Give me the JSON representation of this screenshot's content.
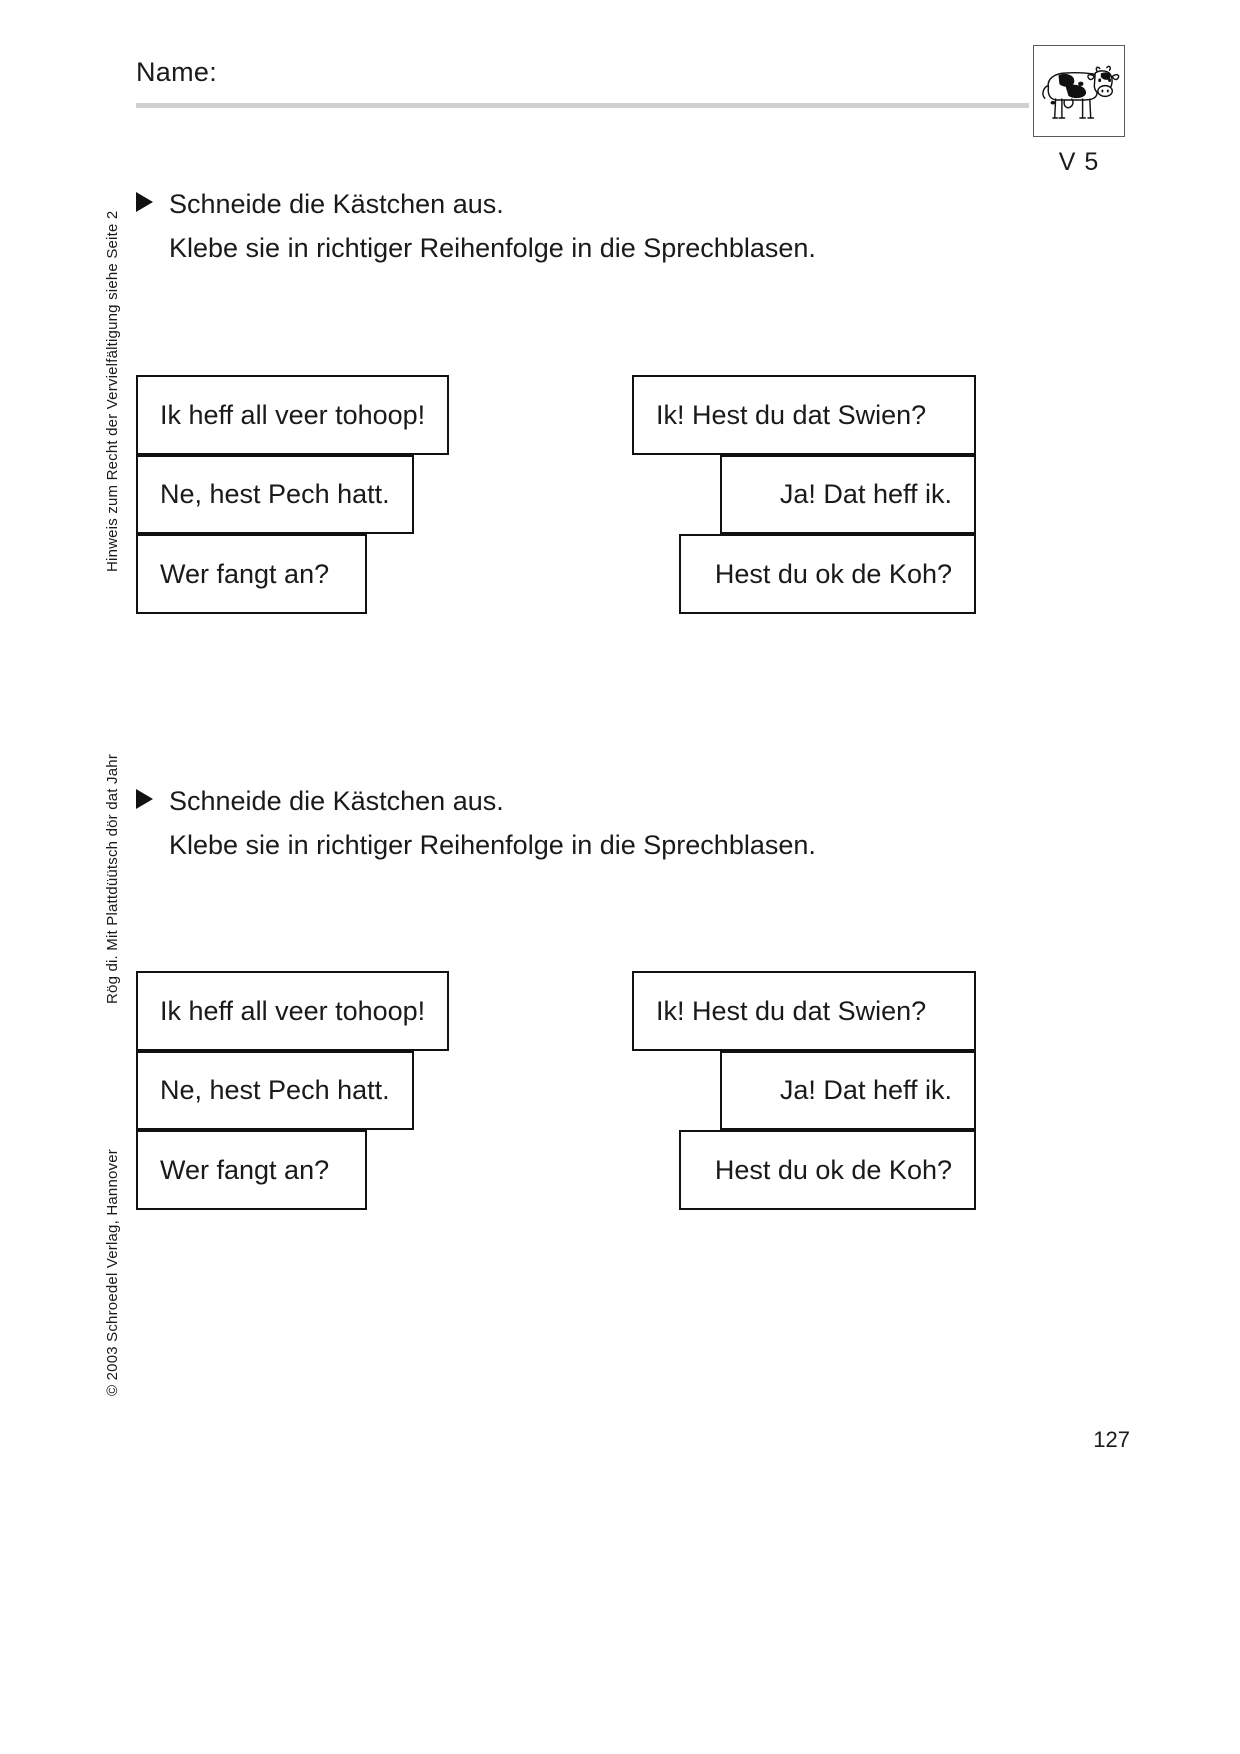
{
  "header": {
    "name_label": "Name:",
    "sheet_code": "V 5",
    "cow_icon": "cow-illustration"
  },
  "instructions": [
    {
      "bullet": "triangle-right-icon",
      "line1": "Schneide die Kästchen aus.",
      "line2": "Klebe sie in richtiger Reihenfolge in die Sprechblasen."
    },
    {
      "bullet": "triangle-right-icon",
      "line1": "Schneide die Kästchen aus.",
      "line2": "Klebe sie in richtiger Reihenfolge in die Sprechblasen."
    }
  ],
  "exercise_1": {
    "left_column": [
      {
        "text": "Ik heff all veer tohoop!"
      },
      {
        "text": "Ne, hest Pech hatt."
      },
      {
        "text": "Wer fangt an?"
      }
    ],
    "right_column": [
      {
        "text": "Ik!   Hest du dat Swien?"
      },
      {
        "text": "Ja! Dat heff ik."
      },
      {
        "text": "Hest du ok de Koh?"
      }
    ]
  },
  "exercise_2": {
    "left_column": [
      {
        "text": "Ik heff all veer tohoop!"
      },
      {
        "text": "Ne, hest Pech hatt."
      },
      {
        "text": "Wer fangt an?"
      }
    ],
    "right_column": [
      {
        "text": "Ik!   Hest du dat Swien?"
      },
      {
        "text": "Ja! Dat heff ik."
      },
      {
        "text": "Hest du ok de Koh?"
      }
    ]
  },
  "margin": {
    "copyright": "© 2003 Schroedel Verlag, Hannover",
    "book_title": "Rög di. Mit Plattdüütsch dör dat Jahr",
    "reproduction_note": "Hinweis zum Recht der Vervielfältigung siehe Seite 2"
  },
  "footer": {
    "page_number": "127"
  },
  "colors": {
    "ink": "#111111",
    "rule": "#d0d0d0",
    "box_border": "#5a5a5a"
  }
}
